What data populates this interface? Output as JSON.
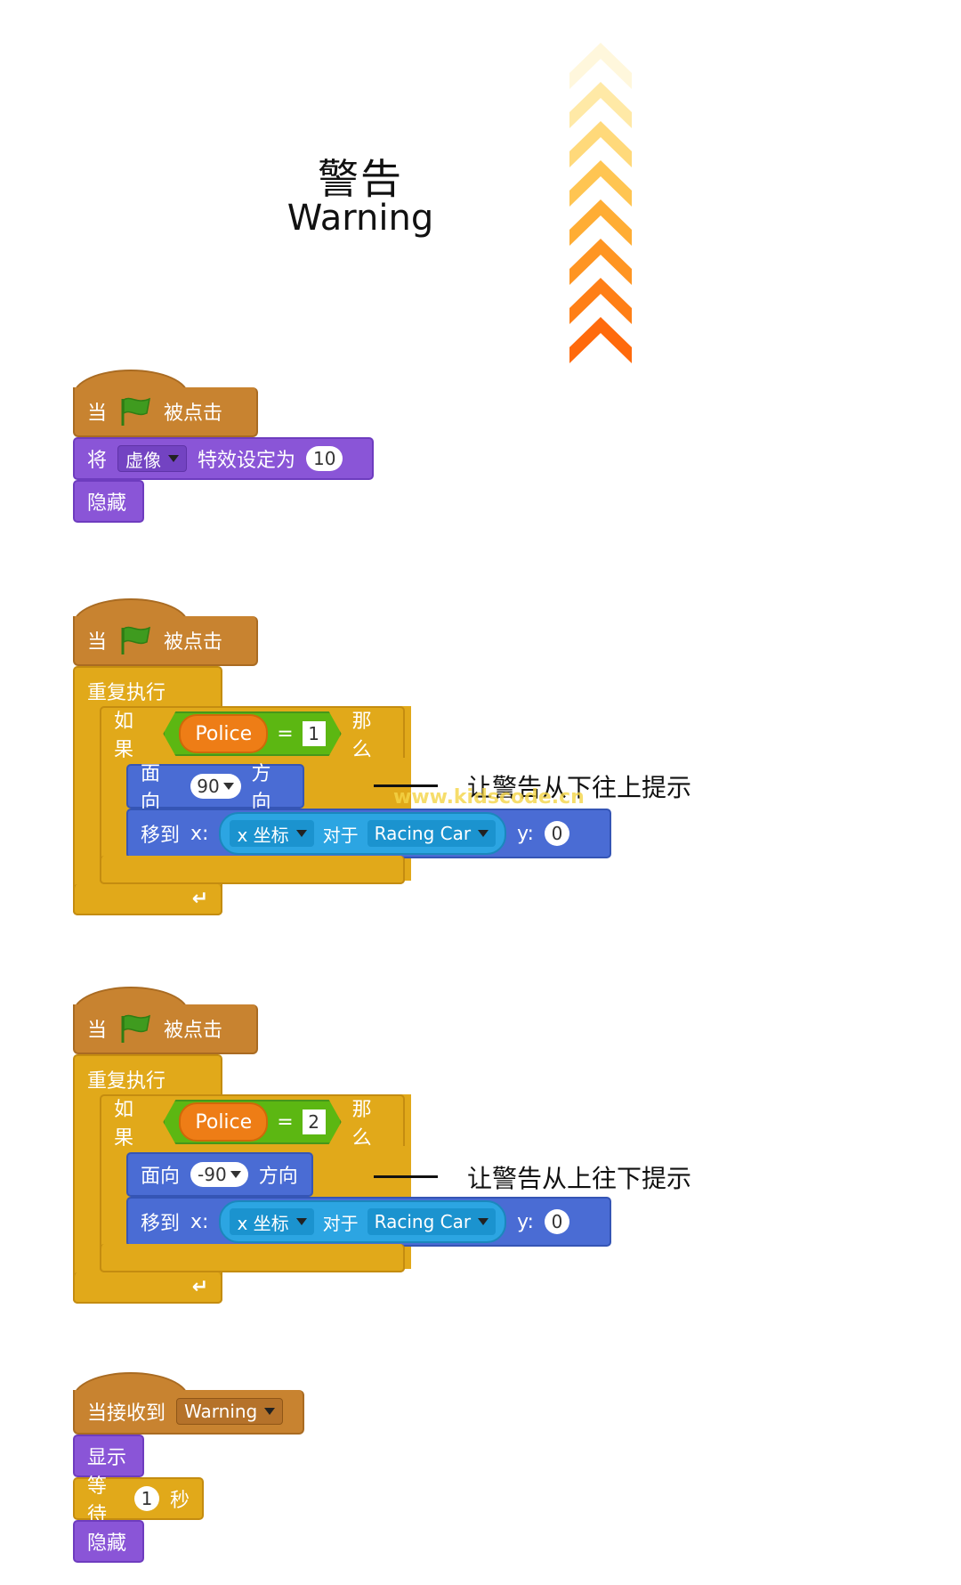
{
  "title": {
    "chinese": "警告",
    "english": "Warning"
  },
  "chevrons": {
    "count": 8,
    "colors": [
      "#fff7dc",
      "#ffe9a6",
      "#ffd97a",
      "#ffc552",
      "#ffad34",
      "#ff9522",
      "#ff7f16",
      "#ff6a0c"
    ]
  },
  "watermark": "www.kidscode.cn",
  "colors": {
    "events": "#c88330",
    "looks": "#8a55d7",
    "control": "#e1a91a",
    "motion": "#4a6cd4",
    "operators": "#5cb712",
    "sensing": "#2ca5e2",
    "variable": "#ee7d16",
    "flag": "#3f9b1f"
  },
  "script1": {
    "hat": {
      "when": "当",
      "clicked": "被点击",
      "icon": "green-flag-icon"
    },
    "set_effect": {
      "label_a": "将",
      "effect": "虚像",
      "label_b": "特效设定为",
      "value": "10"
    },
    "hide": "隐藏"
  },
  "script2": {
    "hat": {
      "when": "当",
      "clicked": "被点击"
    },
    "forever": "重复执行",
    "if": {
      "label": "如果",
      "variable": "Police",
      "op": "=",
      "value": "1",
      "then": "那么"
    },
    "point": {
      "label": "面向",
      "value": "90",
      "suffix": "方向"
    },
    "goto": {
      "label": "移到",
      "x": "x:",
      "attr": "x 坐标",
      "of": "对于",
      "sprite": "Racing Car",
      "y": "y:",
      "y_value": "0"
    },
    "annotation": "让警告从下往上提示"
  },
  "script3": {
    "hat": {
      "when": "当",
      "clicked": "被点击"
    },
    "forever": "重复执行",
    "if": {
      "label": "如果",
      "variable": "Police",
      "op": "=",
      "value": "2",
      "then": "那么"
    },
    "point": {
      "label": "面向",
      "value": "-90",
      "suffix": "方向"
    },
    "goto": {
      "label": "移到",
      "x": "x:",
      "attr": "x 坐标",
      "of": "对于",
      "sprite": "Racing Car",
      "y": "y:",
      "y_value": "0"
    },
    "annotation": "让警告从上往下提示"
  },
  "script4": {
    "hat": {
      "label": "当接收到",
      "message": "Warning"
    },
    "show": "显示",
    "wait": {
      "label": "等待",
      "value": "1",
      "unit": "秒"
    },
    "hide": "隐藏"
  }
}
